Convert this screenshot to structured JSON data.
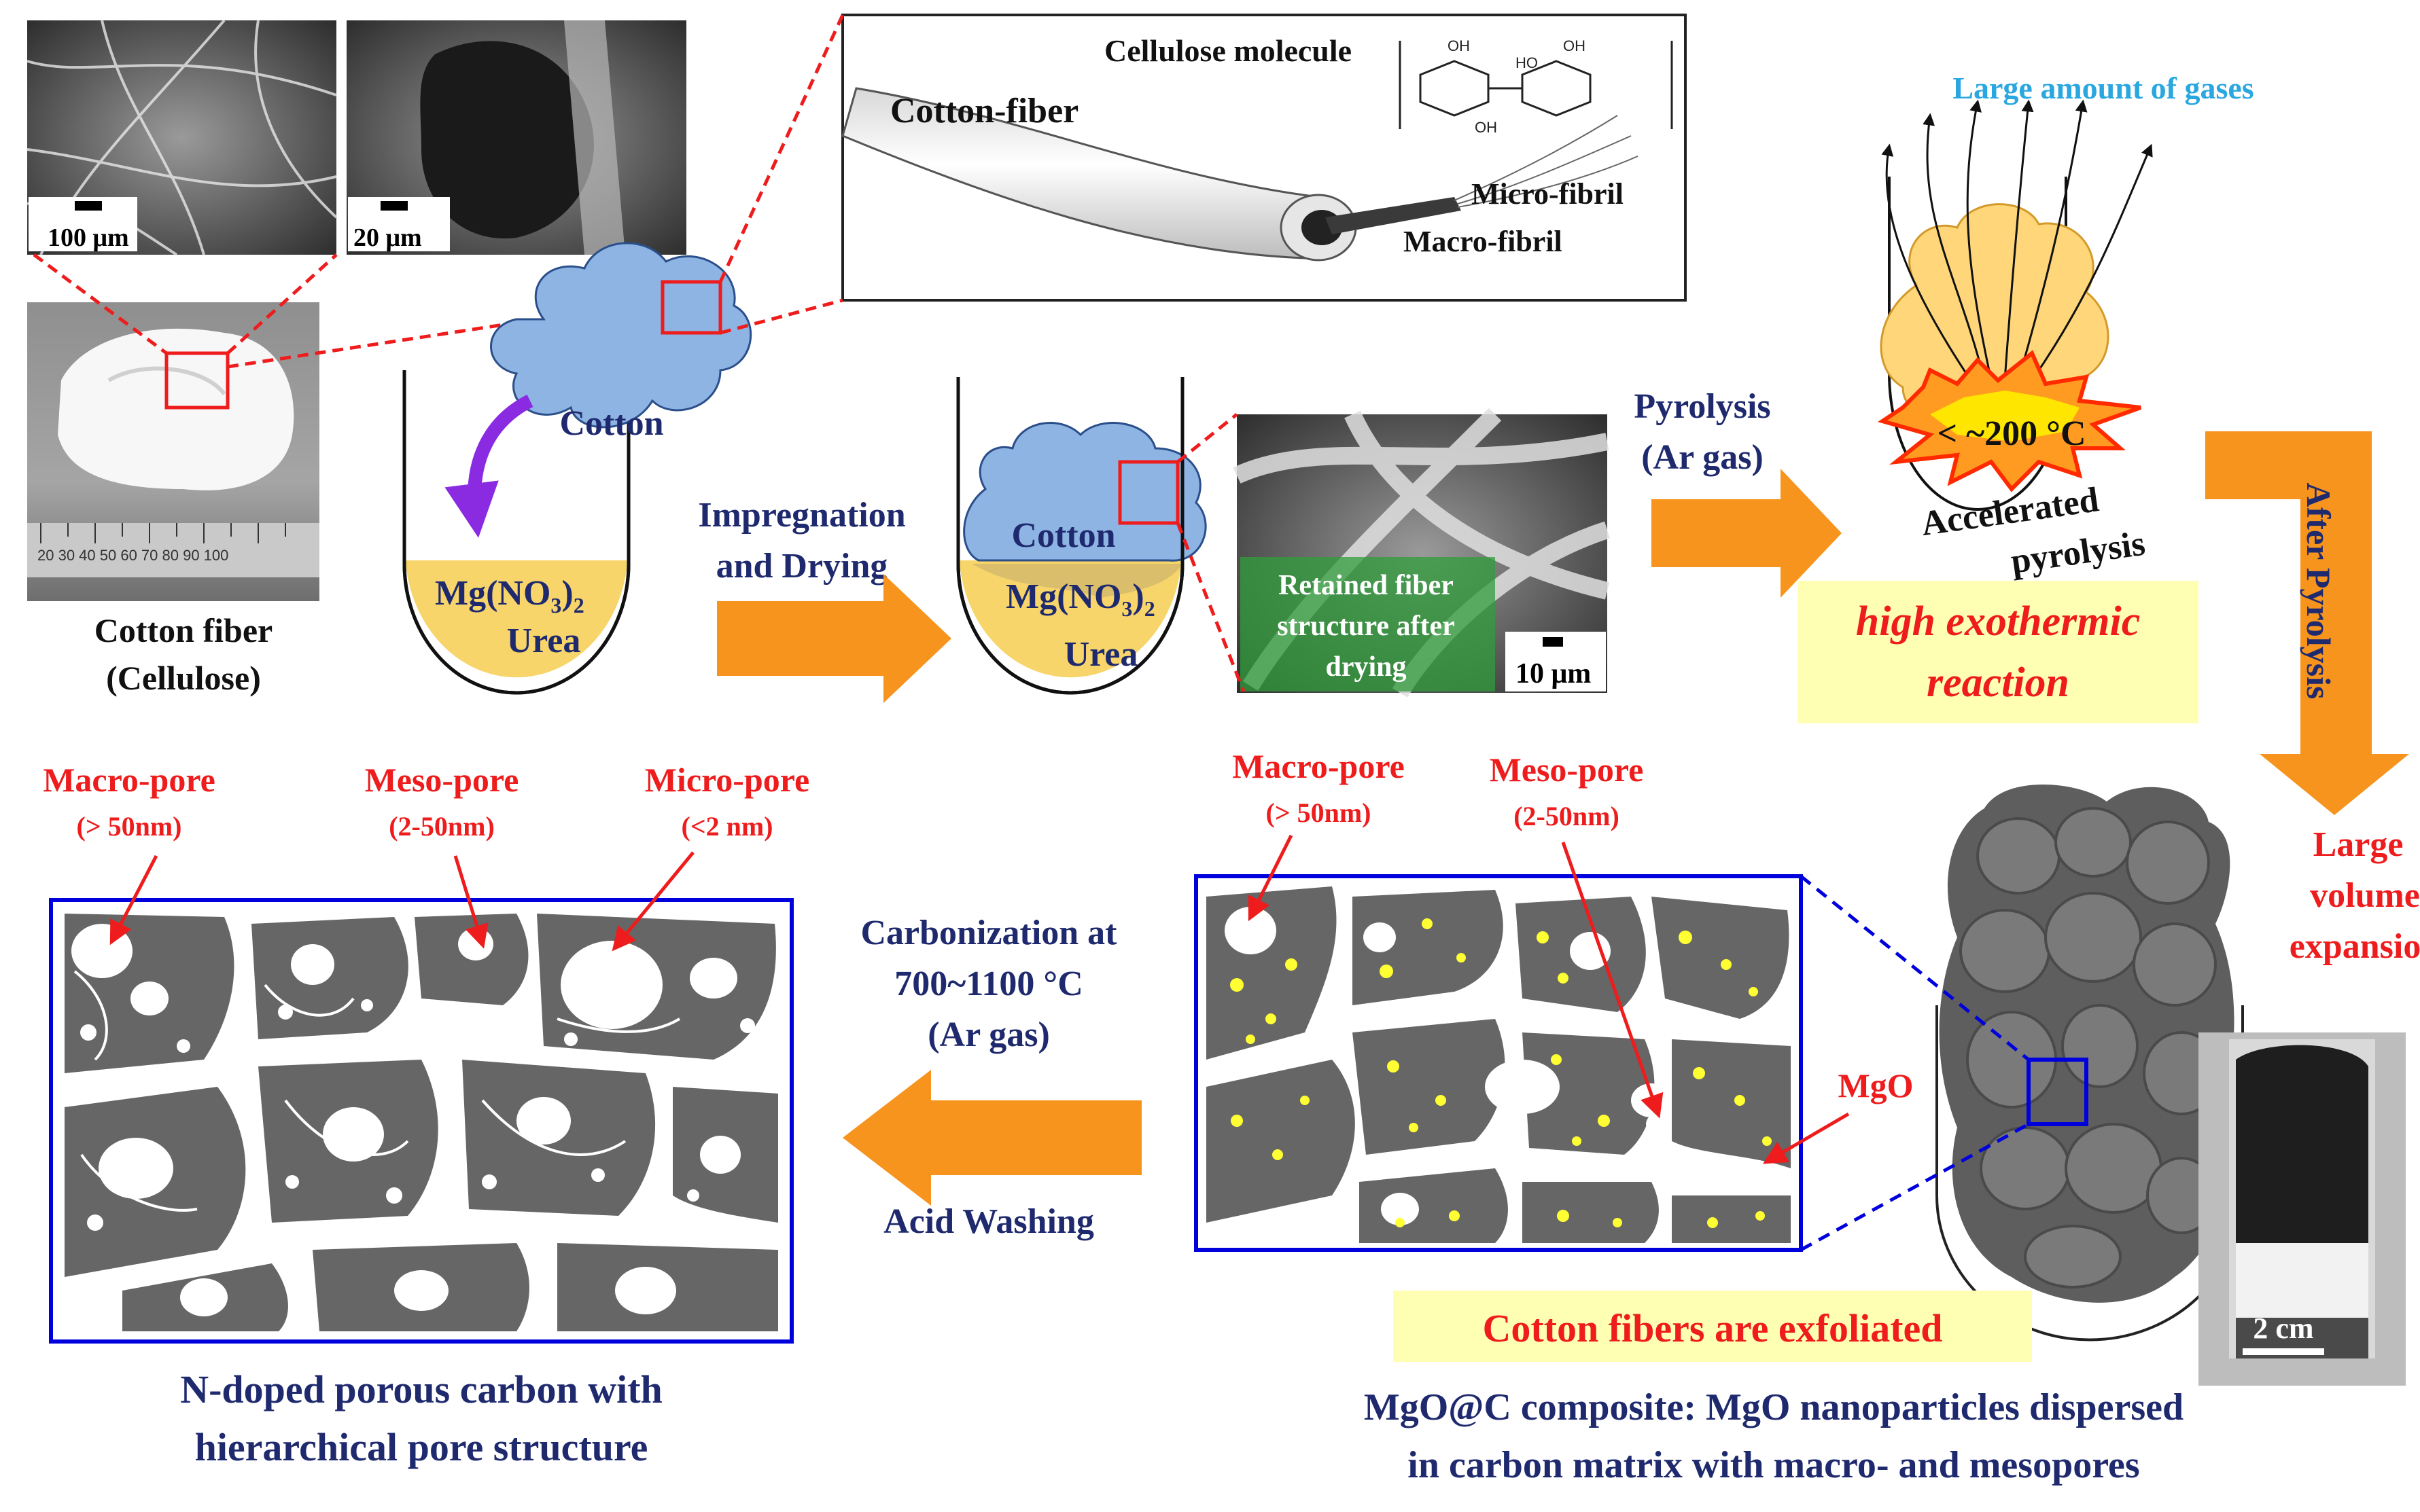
{
  "colors": {
    "navy": "#1f2a6e",
    "red": "#ee1c1c",
    "blue_text": "#2aa7e0",
    "orange_arrow": "#f7941d",
    "cotton_blue": "#8eb4e3",
    "urea_yellow": "#f7d56a",
    "highlight": "#ffffb3",
    "carbon_gray": "#6b6b6b",
    "mgo_yellow": "#ffff33",
    "frame_blue": "#0000dd",
    "purple_arrow": "#8a2be2"
  },
  "sem": {
    "scale_100": "100 μm",
    "scale_20": "20 μm",
    "scale_10": "10 μm",
    "retained_text": [
      "Retained fiber",
      "structure after",
      "drying"
    ]
  },
  "photo": {
    "label_line1": "Cotton fiber",
    "label_line2": "(Cellulose)",
    "ruler": "20  30  40  50  60  70  80  90  100",
    "scale_2cm": "2 cm"
  },
  "fiber_inset": {
    "molecule": "Cellulose molecule",
    "fiber": "Cotton-fiber",
    "micro": "Micro-fibril",
    "macro": "Macro-fibril",
    "oh": "OH",
    "ho": "HO"
  },
  "beaker1": {
    "cotton": "Cotton",
    "mg_main": "Mg(NO",
    "mg_sub3": "3",
    "mg_paren": ")",
    "mg_sub2": "2",
    "urea": "Urea"
  },
  "beaker2": {
    "cotton": "Cotton",
    "mg_main": "Mg(NO",
    "mg_sub3": "3",
    "mg_paren": ")",
    "mg_sub2": "2",
    "urea": "Urea"
  },
  "steps": {
    "impregnation_1": "Impregnation",
    "impregnation_2": "and Drying",
    "pyrolysis_1": "Pyrolysis",
    "pyrolysis_2": "(Ar gas)",
    "after_pyrolysis": "After Pyrolysis",
    "carbonization_1": "Carbonization at",
    "carbonization_2": "700~1100 °C",
    "carbonization_3": "(Ar gas)",
    "acid_washing": "Acid Washing"
  },
  "reaction": {
    "gases": "Large amount of gases",
    "temp": "< ~200 °C",
    "accelerated_1": "Accelerated",
    "accelerated_2": "pyrolysis",
    "exo_1": "high exothermic",
    "exo_2": "reaction",
    "expansion_1": "Large",
    "expansion_2": "volume",
    "expansion_3": "expansion",
    "exfoliated": "Cotton fibers are exfoliated"
  },
  "pores_left": {
    "macro": "Macro-pore",
    "macro_size": "(> 50nm)",
    "meso": "Meso-pore",
    "meso_size": "(2-50nm)",
    "micro": "Micro-pore",
    "micro_size": "(<2 nm)",
    "caption_1": "N-doped porous carbon with",
    "caption_2": "hierarchical pore structure"
  },
  "pores_mid": {
    "macro": "Macro-pore",
    "macro_size": "(> 50nm)",
    "meso": "Meso-pore",
    "meso_size": "(2-50nm)",
    "mgo": "MgO",
    "caption_1": "MgO@C composite: MgO nanoparticles dispersed",
    "caption_2": "in carbon matrix with macro- and mesopores"
  }
}
